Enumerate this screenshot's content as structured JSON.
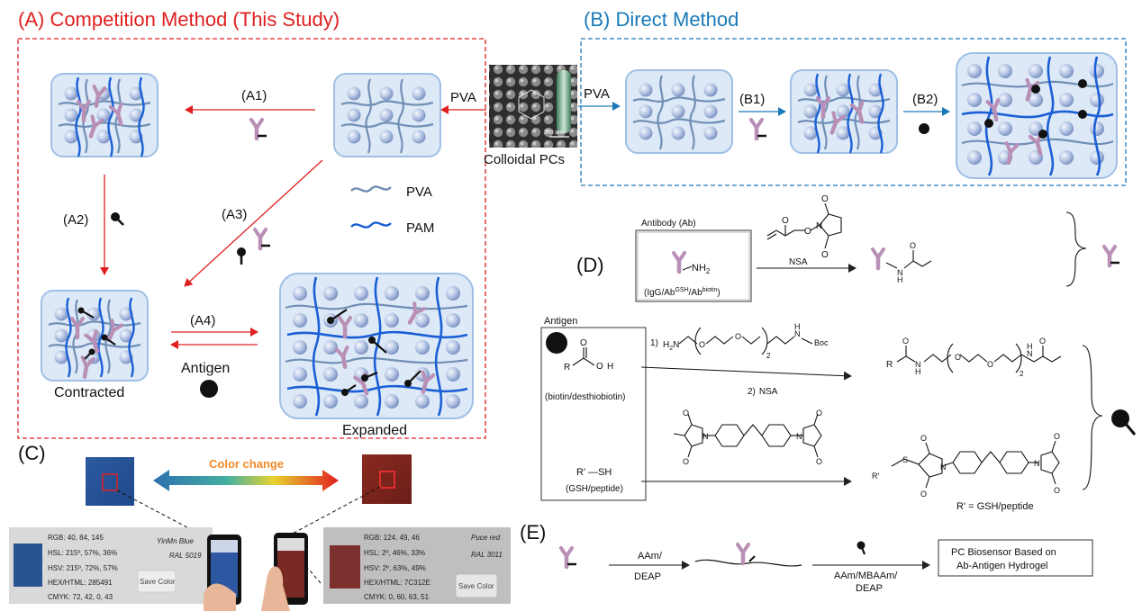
{
  "colors": {
    "red": "#e02020",
    "blue": "#1a7ab8",
    "pva_strand": "#6f8fb4",
    "pam_strand": "#1a5fd6",
    "box_fill": "#dde9f7",
    "box_stroke": "#9fc0e4",
    "antibody": "#b98fb6"
  },
  "panelA": {
    "title": "(A) Competition Method (This Study)",
    "pva_label": "PVA",
    "a1": "(A1)",
    "a2": "(A2)",
    "a3": "(A3)",
    "a4": "(A4)",
    "antigen": "Antigen",
    "contracted": "Contracted",
    "expanded": "Expanded",
    "legend_pva": "PVA",
    "legend_pam": "PAM"
  },
  "colloidal": {
    "label": "Colloidal PCs",
    "scale": "200 nm"
  },
  "panelB": {
    "title": "(B) Direct Method",
    "pva_label": "PVA",
    "b1": "(B1)",
    "b2": "(B2)"
  },
  "panelC": {
    "label": "(C)",
    "color_change": "Color change",
    "left_card": {
      "rgb": "RGB: 40, 84, 145",
      "hsl": "HSL: 215º, 57%, 36%",
      "hsv": "HSV: 215º, 72%, 57%",
      "hex": "HEX/HTML: 285491",
      "cmyk": "CMYK: 72, 42, 0, 43",
      "name": "YinMn Blue",
      "ral": "RAL 5019",
      "button": "Save Color",
      "swatch": "#285491"
    },
    "right_card": {
      "rgb": "RGB: 124, 49, 46",
      "hsl": "HSL: 2º, 46%, 33%",
      "hsv": "HSV: 2º, 63%, 49%",
      "hex": "HEX/HTML: 7C312E",
      "cmyk": "CMYK: 0, 60, 63, 51",
      "name": "Puce red",
      "ral": "RAL 3011",
      "button": "Save Color",
      "swatch": "#7c312e"
    }
  },
  "panelD": {
    "label": "(D)",
    "antibody_title": "Antibody (Ab)",
    "nh2": "NH",
    "nh2_sub": "2",
    "ab_variants_pre": "(IgG/Ab",
    "ab_gsh_sup": "GSH",
    "ab_mid": "/Ab",
    "ab_biotin_sup": "biotin",
    "ab_close": ")",
    "nsa": "NSA",
    "antigen_title": "Antigen",
    "biotin_label": "(biotin/desthiobiotin)",
    "step1": "1)",
    "step2": "2)",
    "h2n": "H",
    "h2n_sub": "2",
    "h2n_n": "N",
    "boc": "Boc",
    "sub2": "2",
    "r_label": "R",
    "rsh": "R' —SH",
    "gsh_label": "(GSH/peptide)",
    "r_prime": "R' = GSH/peptide",
    "o": "O",
    "n": "N",
    "h": "H",
    "s": "S",
    "rp": "R'"
  },
  "panelE": {
    "label": "(E)",
    "reagent1_top": "AAm/",
    "reagent1_bottom": "DEAP",
    "reagent2_top": "AAm/MBAAm/",
    "reagent2_bottom": "DEAP",
    "product_line1": "PC Biosensor Based on",
    "product_line2": "Ab-Antigen Hydrogel"
  }
}
